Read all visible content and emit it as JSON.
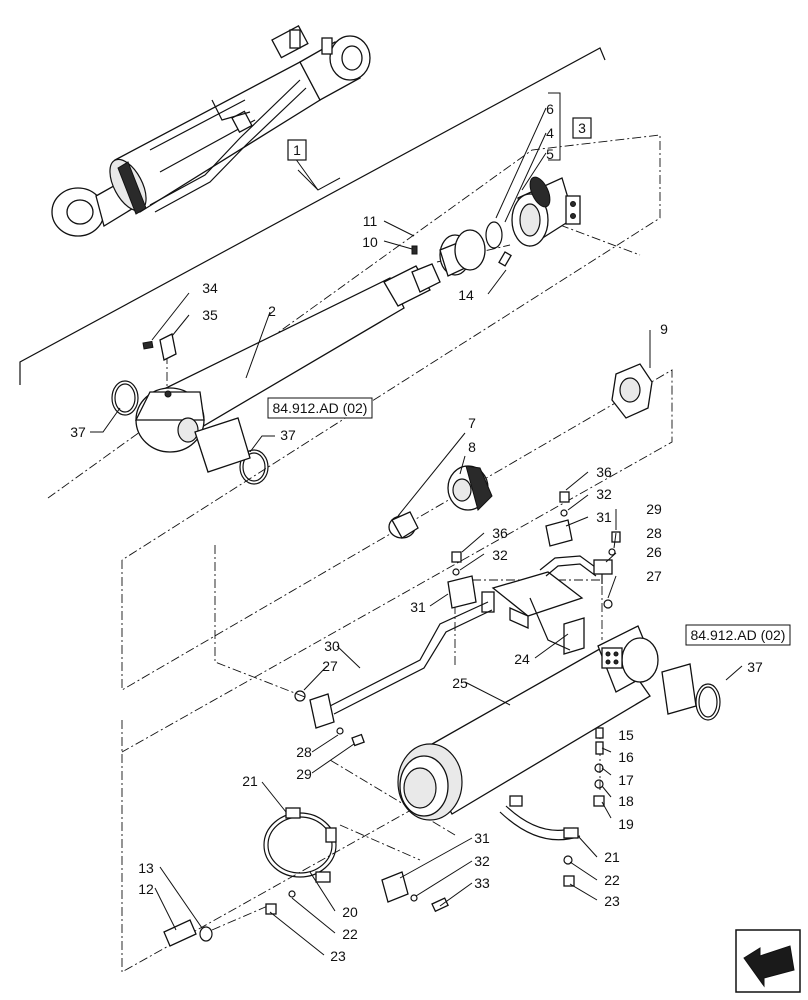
{
  "callouts": {
    "c1": "1",
    "c2": "2",
    "c3": "3",
    "c4": "4",
    "c5": "5",
    "c6": "6",
    "c7": "7",
    "c8": "8",
    "c9": "9",
    "c10": "10",
    "c11": "11",
    "c12": "12",
    "c13": "13",
    "c14": "14",
    "c15": "15",
    "c16": "16",
    "c17": "17",
    "c18": "18",
    "c19": "19",
    "c20": "20",
    "c21a": "21",
    "c21b": "21",
    "c22a": "22",
    "c22b": "22",
    "c23a": "23",
    "c23b": "23",
    "c24": "24",
    "c25": "25",
    "c26": "26",
    "c27a": "27",
    "c27b": "27",
    "c28a": "28",
    "c28b": "28",
    "c29a": "29",
    "c29b": "29",
    "c30": "30",
    "c31a": "31",
    "c31b": "31",
    "c31c": "31",
    "c32a": "32",
    "c32b": "32",
    "c32c": "32",
    "c33": "33",
    "c34": "34",
    "c35": "35",
    "c36a": "36",
    "c36b": "36",
    "c37a": "37",
    "c37b": "37",
    "c37c": "37"
  },
  "references": {
    "ref1": "84.912.AD (02)",
    "ref2": "84.912.AD (02)"
  },
  "nav": {
    "icon": "next-page-arrow-icon"
  }
}
